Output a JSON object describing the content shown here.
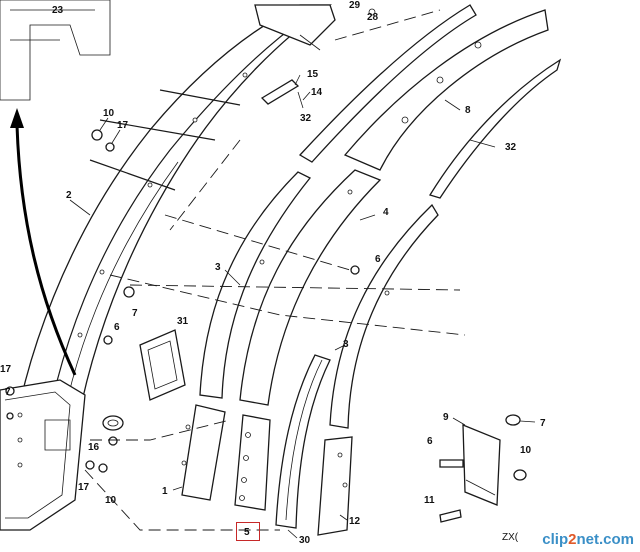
{
  "diagram": {
    "callouts": [
      {
        "id": "c23",
        "text": "23"
      },
      {
        "id": "c29",
        "text": "29"
      },
      {
        "id": "c28",
        "text": "28"
      },
      {
        "id": "c15",
        "text": "15"
      },
      {
        "id": "c14",
        "text": "14"
      },
      {
        "id": "c10a",
        "text": "10"
      },
      {
        "id": "c17a",
        "text": "17"
      },
      {
        "id": "c32a",
        "text": "32"
      },
      {
        "id": "c8",
        "text": "8"
      },
      {
        "id": "c32b",
        "text": "32"
      },
      {
        "id": "c2",
        "text": "2"
      },
      {
        "id": "c4",
        "text": "4"
      },
      {
        "id": "c3a",
        "text": "3"
      },
      {
        "id": "c6a",
        "text": "6"
      },
      {
        "id": "c7a",
        "text": "7"
      },
      {
        "id": "c6b",
        "text": "6"
      },
      {
        "id": "c31",
        "text": "31"
      },
      {
        "id": "c7b",
        "text": "7"
      },
      {
        "id": "c3b",
        "text": "3"
      },
      {
        "id": "c17b",
        "text": "17"
      },
      {
        "id": "c16",
        "text": "16"
      },
      {
        "id": "c17c",
        "text": "17"
      },
      {
        "id": "c10b",
        "text": "10"
      },
      {
        "id": "c1",
        "text": "1"
      },
      {
        "id": "c5",
        "text": "5"
      },
      {
        "id": "c30",
        "text": "30"
      },
      {
        "id": "c12",
        "text": "12"
      },
      {
        "id": "c9",
        "text": "9"
      },
      {
        "id": "c7c",
        "text": "7"
      },
      {
        "id": "c6c",
        "text": "6"
      },
      {
        "id": "c10c",
        "text": "10"
      },
      {
        "id": "c11",
        "text": "11"
      }
    ],
    "ref_code": "ZX(",
    "highlighted_callout": "5"
  },
  "watermark": {
    "prefix": "clip",
    "accent": "2",
    "suffix": "net.com"
  },
  "colors": {
    "line": "#1a1a1a",
    "highlight": "#c62828",
    "watermark_blue": "#3a8fc7",
    "watermark_orange": "#e05a2a"
  }
}
